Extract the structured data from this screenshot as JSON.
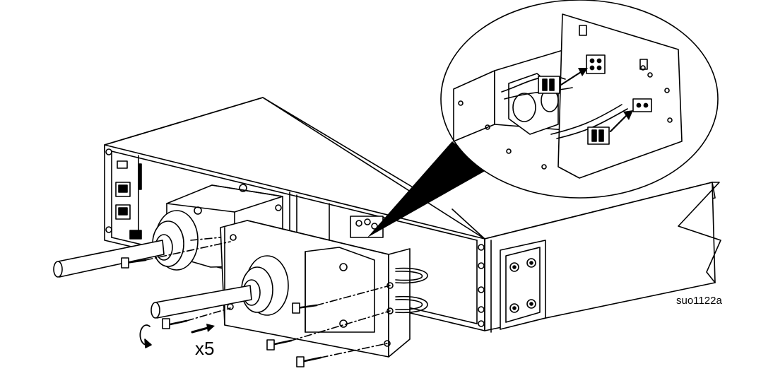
{
  "figure": {
    "screw_count_label": "x5",
    "figure_code": "suo1122a"
  },
  "parts": {
    "unit_chassis": "ups-chassis",
    "rear_panel": "rear-panel",
    "conduit_box_installed": "installed-terminal-box",
    "conduit_box_new": "new-terminal-box",
    "detail_callout": "connector-detail-callout"
  }
}
